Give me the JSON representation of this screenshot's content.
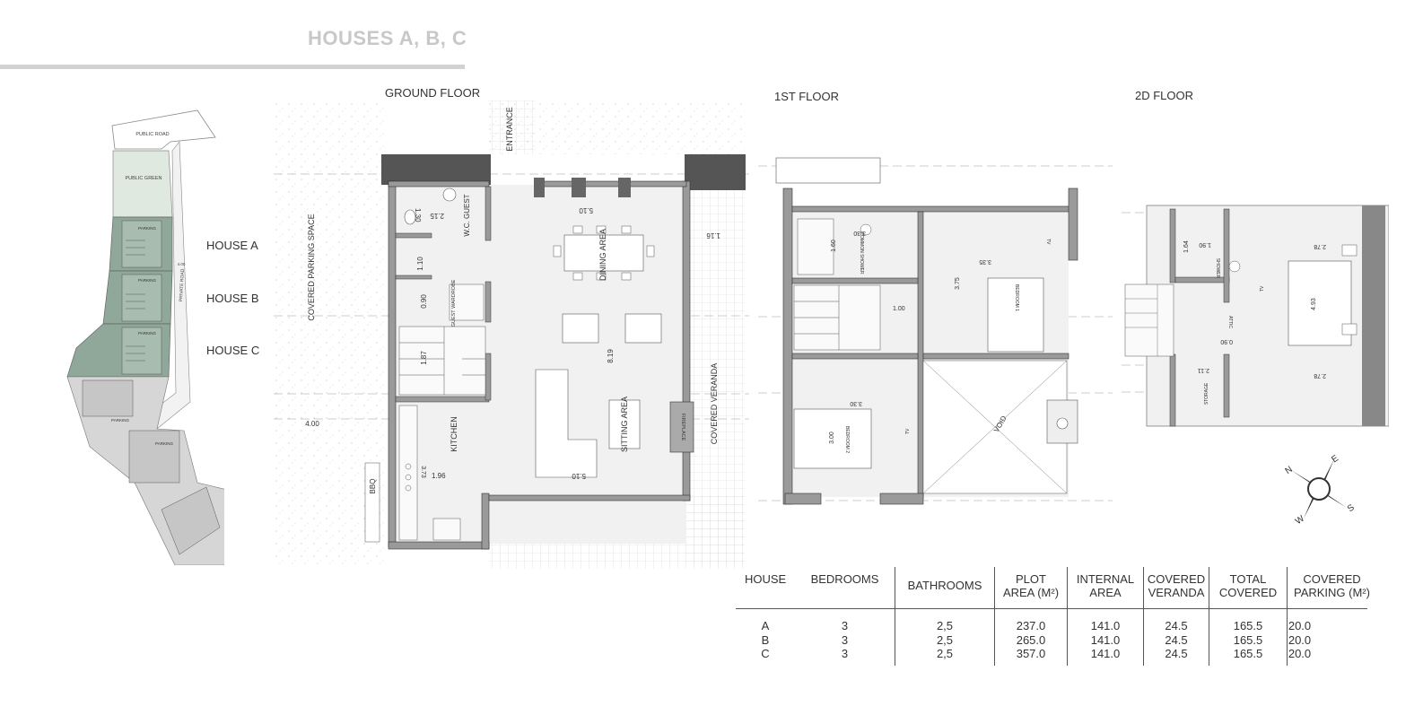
{
  "page": {
    "title": "HOUSES A, B, C"
  },
  "site_plan": {
    "public_road": "PUBLIC ROAD",
    "public_green": "PUBLIC GREEN",
    "private_road": "PRIVATE ROAD",
    "road_width": "4.00",
    "parking": "PARKING",
    "houses": [
      "HOUSE A",
      "HOUSE B",
      "HOUSE C"
    ]
  },
  "floors": {
    "ground": {
      "label": "GROUND FLOOR",
      "entrance": "ENTRANCE",
      "covered_parking": "COVERED PARKING SPACE",
      "covered_veranda": "COVERED VERANDA",
      "wc_guest": "W.C. GUEST",
      "guest_wardrobe": "GUEST WARDROBE",
      "dining_area": "DINING AREA",
      "sitting_area": "SITTING AREA",
      "kitchen": "KITCHEN",
      "fireplace": "FIREPLACE",
      "bbq": "BBQ",
      "dims": {
        "d1": "1.30",
        "d2": "2.15",
        "d3": "5.10",
        "d4": "1.16",
        "d5": "1.10",
        "d6": "0.90",
        "d7": "1.87",
        "d8": "8.19",
        "d9": "3.73",
        "d10": "1.96",
        "d11": "5.10",
        "d12": "4.00"
      }
    },
    "first": {
      "label": "1ST FLOOR",
      "common_shower": "COMMON SHOWER",
      "bedroom1": "BEDROOM 1",
      "bedroom2": "BEDROOM 2",
      "void": "VOID",
      "tv": "TV",
      "dims": {
        "d1": "1.60",
        "d2": "3.30",
        "d3": "3.35",
        "d4": "3.75",
        "d5": "1.00",
        "d6": "3.30",
        "d7": "3.00"
      }
    },
    "second": {
      "label": "2D FLOOR",
      "shower": "SHOWER",
      "attic": "ATTIC",
      "storage": "STORAGE",
      "tv": "TV",
      "dims": {
        "d1": "1.64",
        "d2": "1.90",
        "d3": "2.78",
        "d4": "4.93",
        "d5": "0.90",
        "d6": "2.11",
        "d7": "2.78"
      }
    }
  },
  "compass": {
    "n": "N",
    "e": "E",
    "s": "S",
    "w": "W"
  },
  "table": {
    "headers": [
      "HOUSE",
      "BEDROOMS",
      "BATHROOMS",
      "PLOT\nAREA (M²)",
      "INTERNAL\nAREA",
      "COVERED\nVERANDA",
      "TOTAL\nCOVERED",
      "COVERED\nPARKING (M²)"
    ],
    "rows": [
      [
        "A",
        "3",
        "2,5",
        "237.0",
        "141.0",
        "24.5",
        "165.5",
        "20.0"
      ],
      [
        "B",
        "3",
        "2,5",
        "265.0",
        "141.0",
        "24.5",
        "165.5",
        "20.0"
      ],
      [
        "C",
        "3",
        "2,5",
        "357.0",
        "141.0",
        "24.5",
        "165.5",
        "20.0"
      ]
    ]
  }
}
